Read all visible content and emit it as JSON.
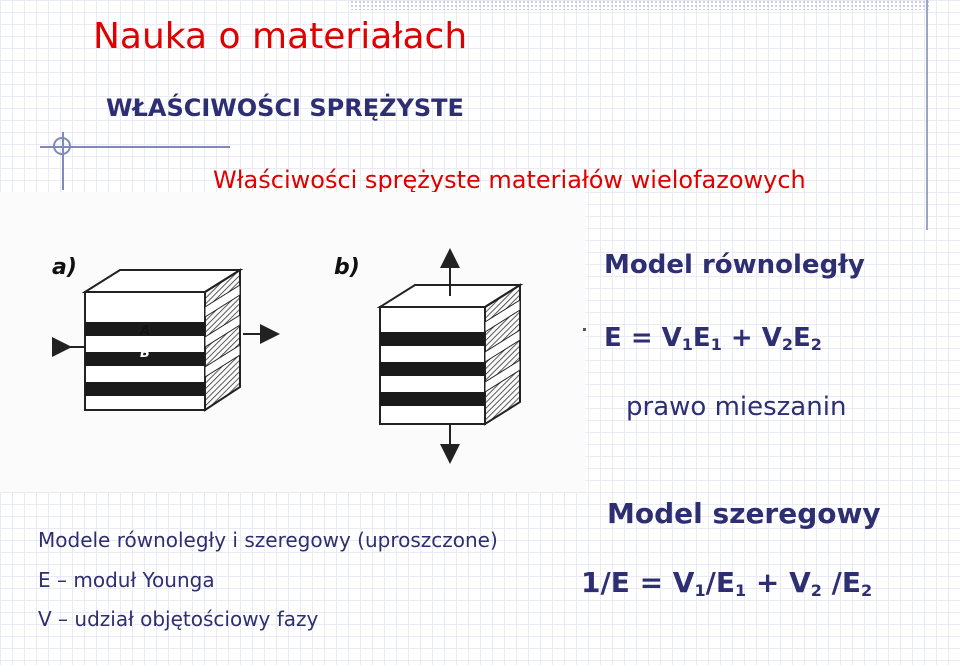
{
  "slide": {
    "title": "Nauka o materiałach",
    "section": "WŁAŚCIWOŚCI SPRĘŻYSTE",
    "subtitle": "Właściwości sprężyste materiałów wielofazowych"
  },
  "figure": {
    "label_a": "a)",
    "label_b": "b)",
    "layer_a": "A",
    "layer_b": "B"
  },
  "parallel": {
    "heading": "Model równoległy",
    "formula": {
      "E": "E",
      "eq": " = V",
      "s1": "1",
      "e1": "E",
      "s2": "1",
      "plus": " + V",
      "s3": "2",
      "e2": "E",
      "s4": "2"
    },
    "law": "prawo mieszanin"
  },
  "series": {
    "heading": "Model szeregowy",
    "formula": {
      "lhs": "1/E = V",
      "s1": "1",
      "mid": "/E",
      "s2": "1",
      "plus": " + V",
      "s3": "2",
      "mid2": " /E",
      "s4": "2"
    }
  },
  "notes": [
    "Modele równoległy i szeregowy (uproszczone)",
    "E – moduł Younga",
    "V – udział objętościowy fazy"
  ],
  "colors": {
    "title": "#e00000",
    "text": "#2e2e72"
  }
}
